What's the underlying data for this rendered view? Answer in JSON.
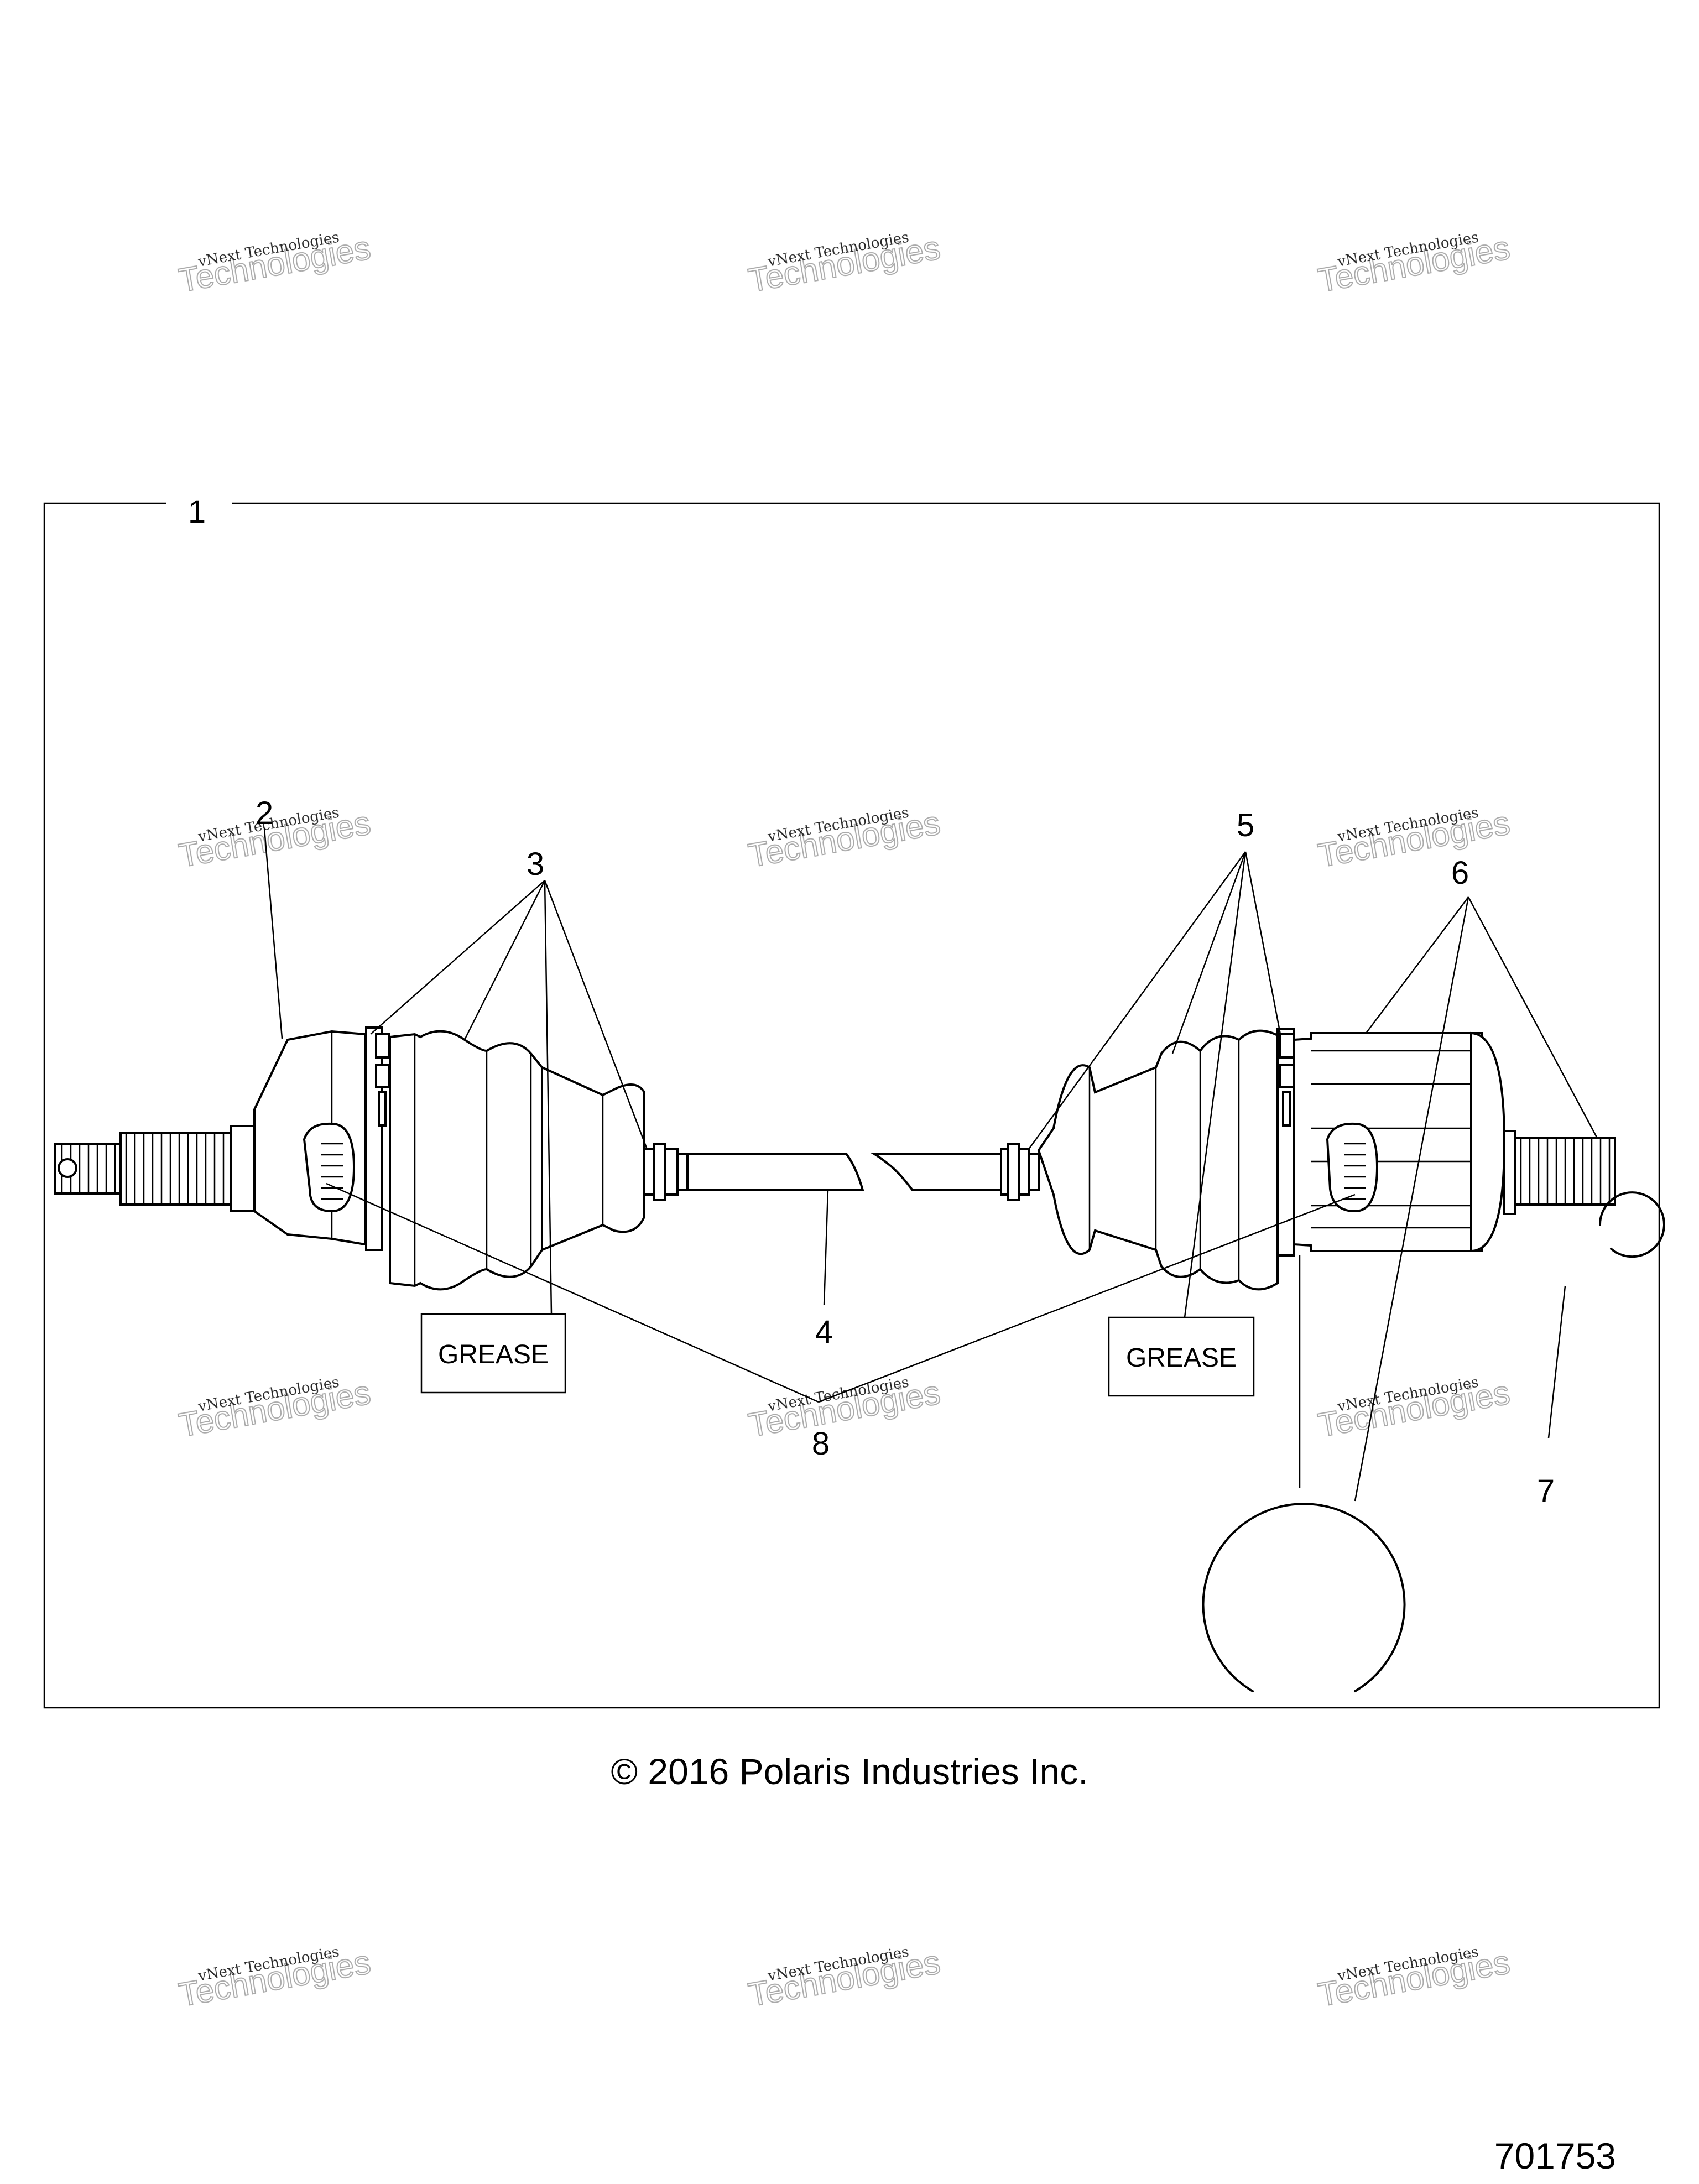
{
  "watermark": {
    "line1": "vNext Technologies",
    "line2": "Technologies"
  },
  "callouts": {
    "c1": "1",
    "c2": "2",
    "c3": "3",
    "c4": "4",
    "c5": "5",
    "c6": "6",
    "c7": "7",
    "c8": "8"
  },
  "grease_labels": {
    "left": "GREASE",
    "right": "GREASE"
  },
  "copyright": "© 2016 Polaris Industries Inc.",
  "document_number": "701753"
}
